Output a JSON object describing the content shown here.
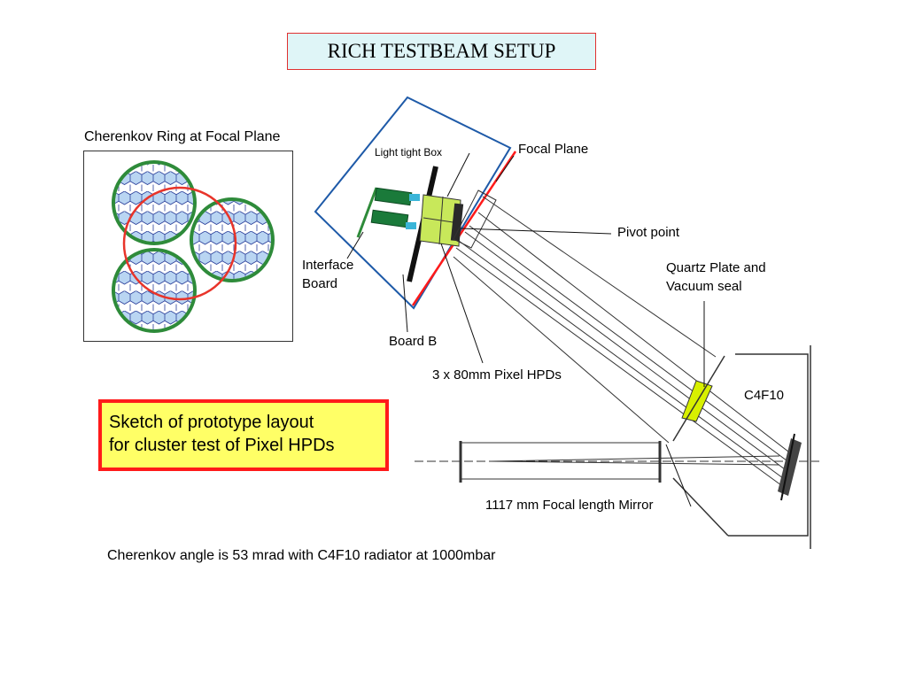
{
  "title": "RICH TESTBEAM  SETUP",
  "labels": {
    "cherenkov_ring": "Cherenkov Ring at Focal Plane",
    "light_tight_box": "Light tight Box",
    "focal_plane": "Focal Plane",
    "pivot_point": "Pivot point",
    "interface_board_line1": "Interface",
    "interface_board_line2": "Board",
    "quartz_plate_line1": "Quartz Plate and",
    "quartz_plate_line2": "Vacuum seal",
    "board_b": "Board B",
    "pixel_hpds": "3 x 80mm Pixel HPDs",
    "c4f10": "C4F10",
    "mirror": "1117 mm Focal length Mirror"
  },
  "sketch_note": {
    "line1": "Sketch of prototype layout",
    "line2": "for cluster test of Pixel HPDs"
  },
  "bottom_note": "Cherenkov angle is 53 mrad with C4F10 radiator at 1000mbar",
  "colors": {
    "title_border": "#e03030",
    "title_fill": "#dff5f7",
    "hpd_ring": "#2e8b3a",
    "cherenkov_ring": "#e8342a",
    "hex_fill": "#b9d5f2",
    "hex_stroke": "#2a3f9a",
    "light_box": "#1e5aa8",
    "focal_plane": "#ff1a1a",
    "hpd_body": "#c8e85a",
    "quartz": "#d8f000",
    "note_fill": "#ffff66",
    "note_border": "#ff1a1a"
  }
}
